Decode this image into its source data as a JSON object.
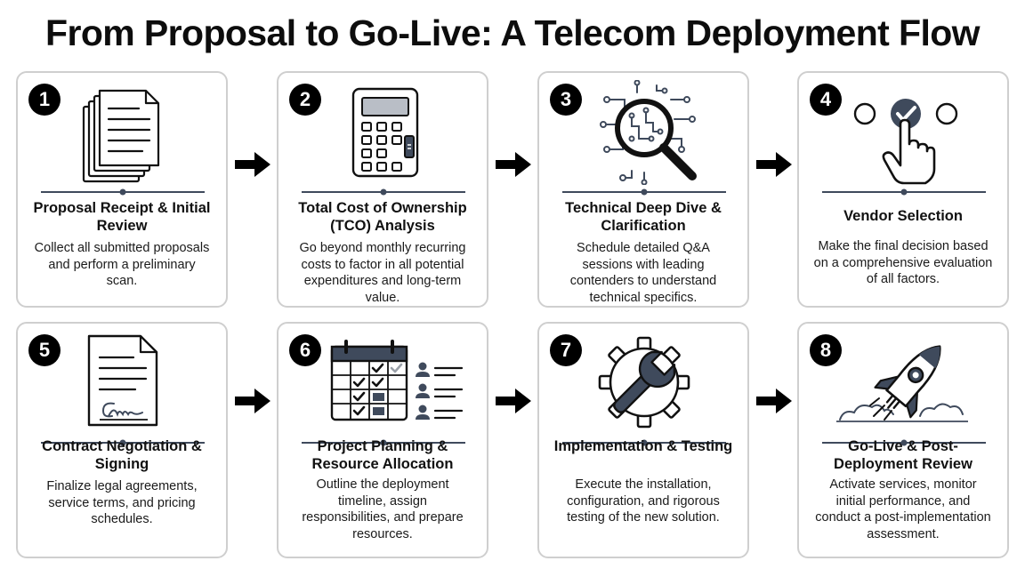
{
  "title": "From Proposal to Go-Live: A Telecom Deployment Flow",
  "steps": [
    {
      "number": "1",
      "heading": "Proposal Receipt & Initial Review",
      "description": "Collect all submitted proposals and perform a preliminary scan."
    },
    {
      "number": "2",
      "heading": "Total Cost of Ownership (TCO) Analysis",
      "description": "Go beyond monthly recurring costs to factor in all potential expenditures and long-term value."
    },
    {
      "number": "3",
      "heading": "Technical Deep Dive & Clarification",
      "description": "Schedule detailed Q&A sessions with leading contenders to understand technical specifics."
    },
    {
      "number": "4",
      "heading": "Vendor Selection",
      "description": "Make the final decision based on a comprehensive evaluation of all factors."
    },
    {
      "number": "5",
      "heading": "Contract Negotiation & Signing",
      "description": "Finalize legal agreements, service terms, and pricing schedules."
    },
    {
      "number": "6",
      "heading": "Project Planning & Resource Allocation",
      "description": "Outline the deployment timeline, assign responsibilities, and prepare resources."
    },
    {
      "number": "7",
      "heading": "Implementation & Testing",
      "description": "Execute the installation, configuration, and rigorous testing of the new solution."
    },
    {
      "number": "8",
      "heading": "Go-Live & Post-Deployment Review",
      "description": "Activate services, monitor initial performance, and conduct a post-implementation assessment."
    }
  ],
  "icons": [
    "documents-stack-icon",
    "calculator-icon",
    "magnifier-circuit-icon",
    "selection-checkmark-icon",
    "signed-contract-icon",
    "calendar-team-icon",
    "gear-wrench-icon",
    "rocket-launch-icon"
  ],
  "colors": {
    "accent": "#3f4a5c",
    "border": "#cfcfcf",
    "badge": "#000000"
  }
}
